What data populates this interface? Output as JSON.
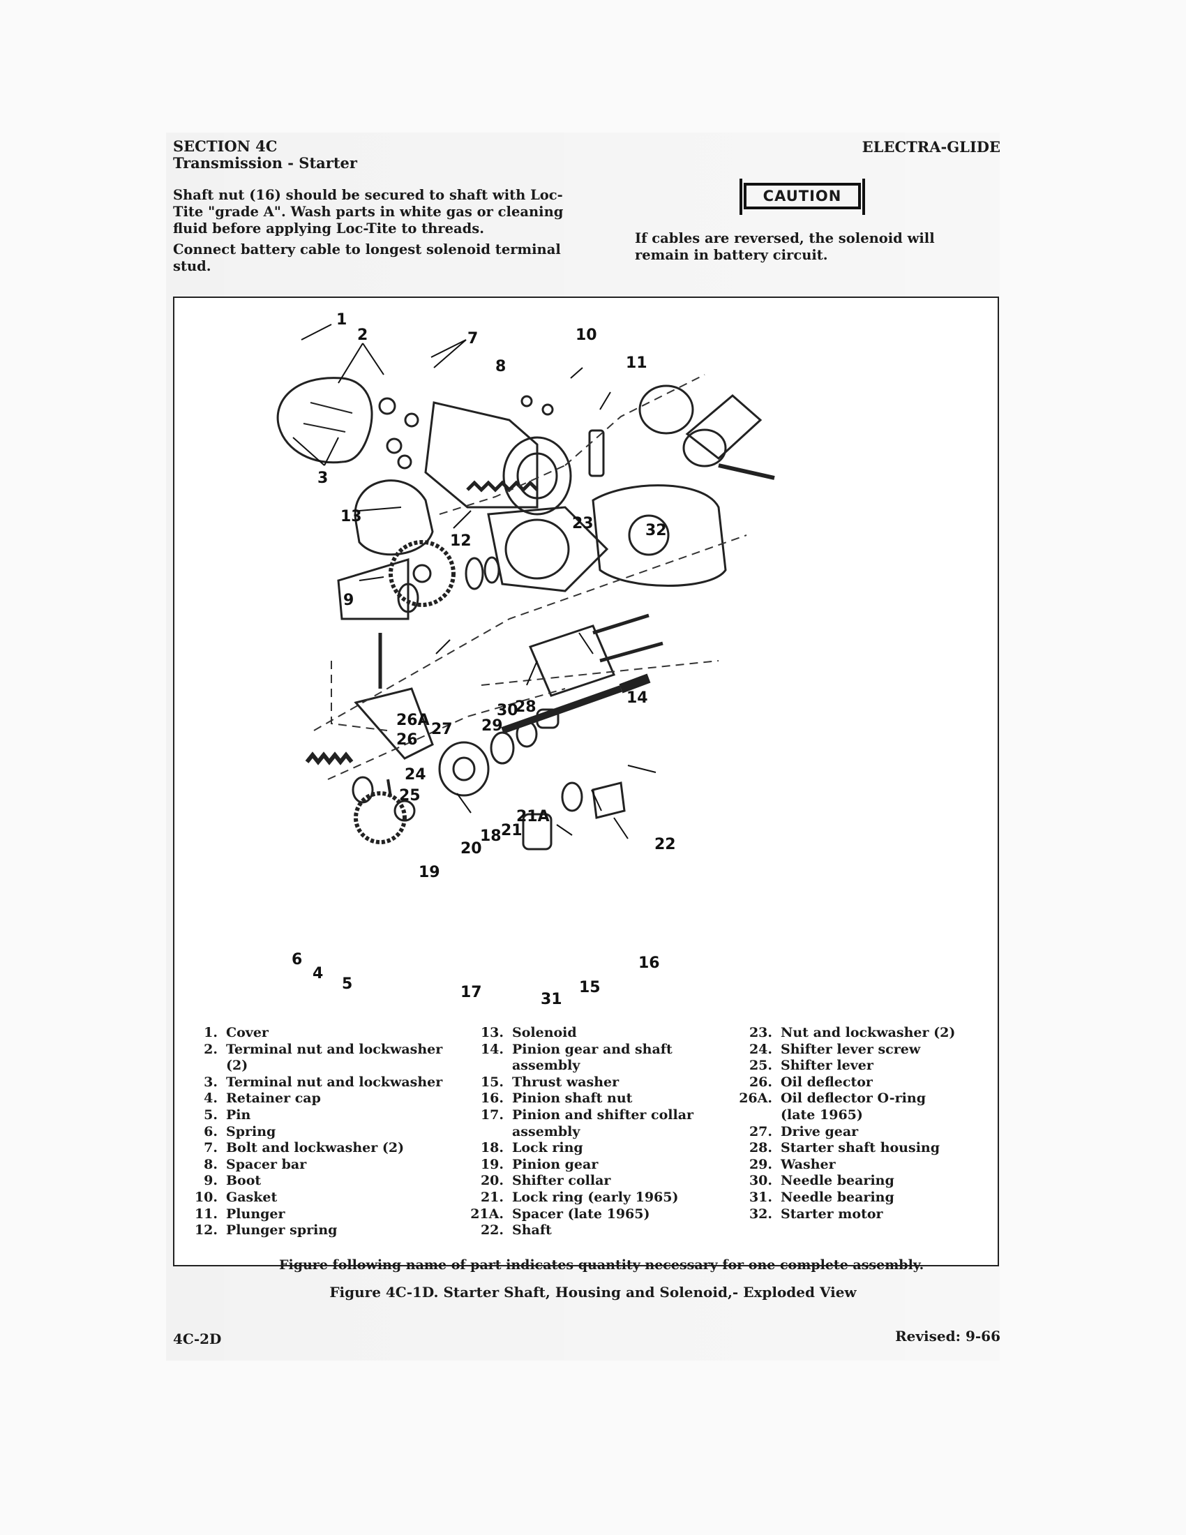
{
  "header": {
    "section": "SECTION 4C",
    "subtitle": "Transmission - Starter",
    "model": "ELECTRA-GLIDE"
  },
  "body": {
    "para1": "Shaft nut (16) should be secured to shaft with Loc-Tite \"grade A\". Wash parts in white gas or cleaning fluid before applying Loc-Tite to threads.",
    "para2": "Connect battery cable to longest solenoid terminal stud.",
    "caution_label": "CAUTION",
    "caution_text": "If cables are reversed, the solenoid will remain in battery circuit."
  },
  "figure": {
    "callouts": [
      "1",
      "2",
      "3",
      "7",
      "8",
      "10",
      "11",
      "13",
      "12",
      "23",
      "32",
      "9",
      "14",
      "29",
      "30",
      "28",
      "27",
      "26A",
      "26",
      "24",
      "25",
      "21A",
      "21",
      "18",
      "20",
      "22",
      "19",
      "6",
      "4",
      "5",
      "15",
      "16",
      "31",
      "17"
    ],
    "qty_note": "Figure following name of part indicates quantity necessary for one complete assembly.",
    "caption": "Figure 4C-1D. Starter Shaft, Housing and Solenoid,- Exploded View"
  },
  "legend": {
    "c1": [
      {
        "num": "1.",
        "name": "Cover"
      },
      {
        "num": "2.",
        "name": "Terminal nut and lockwasher",
        "cont": "(2)"
      },
      {
        "num": "3.",
        "name": "Terminal nut and lockwasher"
      },
      {
        "num": "4.",
        "name": "Retainer cap"
      },
      {
        "num": "5.",
        "name": "Pin"
      },
      {
        "num": "6.",
        "name": "Spring"
      },
      {
        "num": "7.",
        "name": "Bolt and lockwasher (2)"
      },
      {
        "num": "8.",
        "name": "Spacer bar"
      },
      {
        "num": "9.",
        "name": "Boot"
      },
      {
        "num": "10.",
        "name": "Gasket"
      },
      {
        "num": "11.",
        "name": "Plunger"
      },
      {
        "num": "12.",
        "name": "Plunger spring"
      }
    ],
    "c2": [
      {
        "num": "13.",
        "name": "Solenoid"
      },
      {
        "num": "14.",
        "name": "Pinion gear and shaft",
        "cont": "assembly"
      },
      {
        "num": "15.",
        "name": "Thrust washer"
      },
      {
        "num": "16.",
        "name": "Pinion shaft nut"
      },
      {
        "num": "17.",
        "name": "Pinion and shifter collar",
        "cont": "assembly"
      },
      {
        "num": "18.",
        "name": "Lock ring"
      },
      {
        "num": "19.",
        "name": "Pinion gear"
      },
      {
        "num": "20.",
        "name": "Shifter collar"
      },
      {
        "num": "21.",
        "name": "Lock ring (early 1965)"
      },
      {
        "num": "21A.",
        "name": "Spacer (late 1965)"
      },
      {
        "num": "22.",
        "name": "Shaft"
      }
    ],
    "c3": [
      {
        "num": "23.",
        "name": "Nut and lockwasher (2)"
      },
      {
        "num": "24.",
        "name": "Shifter lever screw"
      },
      {
        "num": "25.",
        "name": "Shifter lever"
      },
      {
        "num": "26.",
        "name": "Oil deflector"
      },
      {
        "num": "26A.",
        "name": "Oil deflector O-ring",
        "cont": "(late 1965)"
      },
      {
        "num": "27.",
        "name": "Drive gear"
      },
      {
        "num": "28.",
        "name": "Starter shaft housing"
      },
      {
        "num": "29.",
        "name": "Washer"
      },
      {
        "num": "30.",
        "name": "Needle bearing"
      },
      {
        "num": "31.",
        "name": "Needle bearing"
      },
      {
        "num": "32.",
        "name": "Starter motor"
      }
    ]
  },
  "footer": {
    "page": "4C-2D",
    "revised": "Revised: 9-66"
  }
}
